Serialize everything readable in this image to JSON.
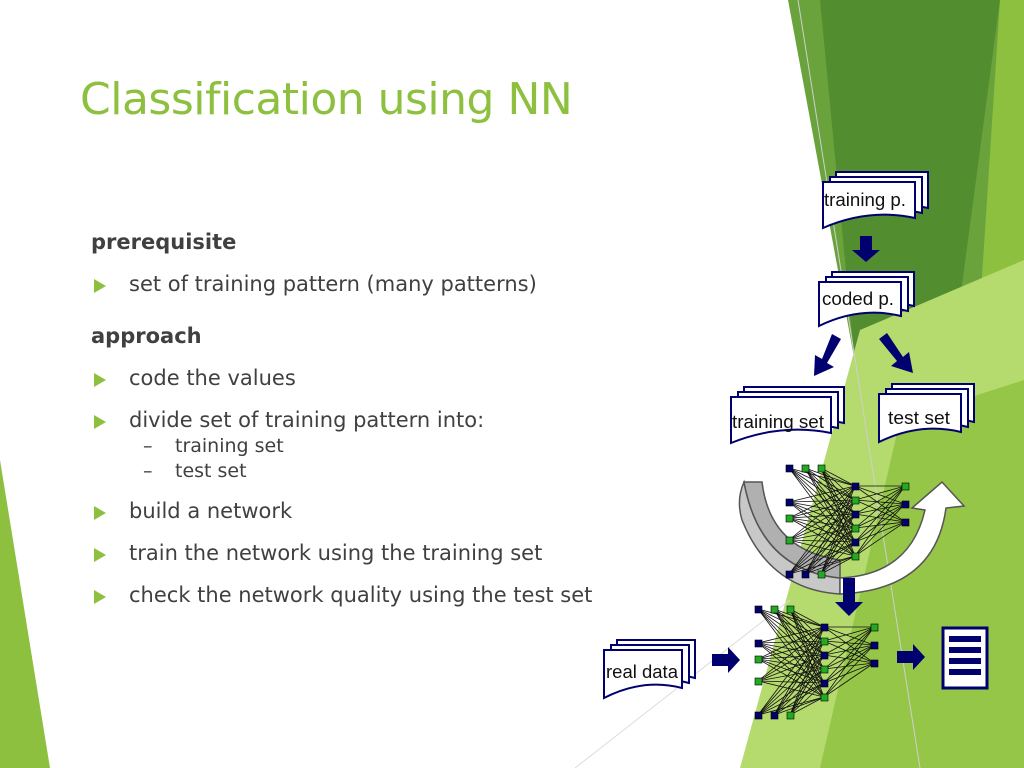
{
  "slide": {
    "title": "Classification using NN",
    "sections": [
      {
        "heading": "prerequisite",
        "bullets": [
          "set of training pattern (many patterns)"
        ]
      },
      {
        "heading": "approach",
        "bullets": [
          "code the values",
          "divide set of training pattern into:"
        ],
        "sub_bullets": [
          "training set",
          "test set"
        ],
        "more_bullets": [
          "build a network",
          "train the network using the training set",
          "check the network quality using the test set"
        ]
      }
    ]
  },
  "diagram": {
    "training_patterns": "training p.",
    "coded_patterns": "coded p.",
    "training_set": "training set",
    "test_set": "test set",
    "real_data": "real data"
  },
  "colors": {
    "accent": "#8dc03f",
    "text": "#404040",
    "navy": "#00006e",
    "green_dark": "#5a9433",
    "green_light": "#a6d34a"
  }
}
